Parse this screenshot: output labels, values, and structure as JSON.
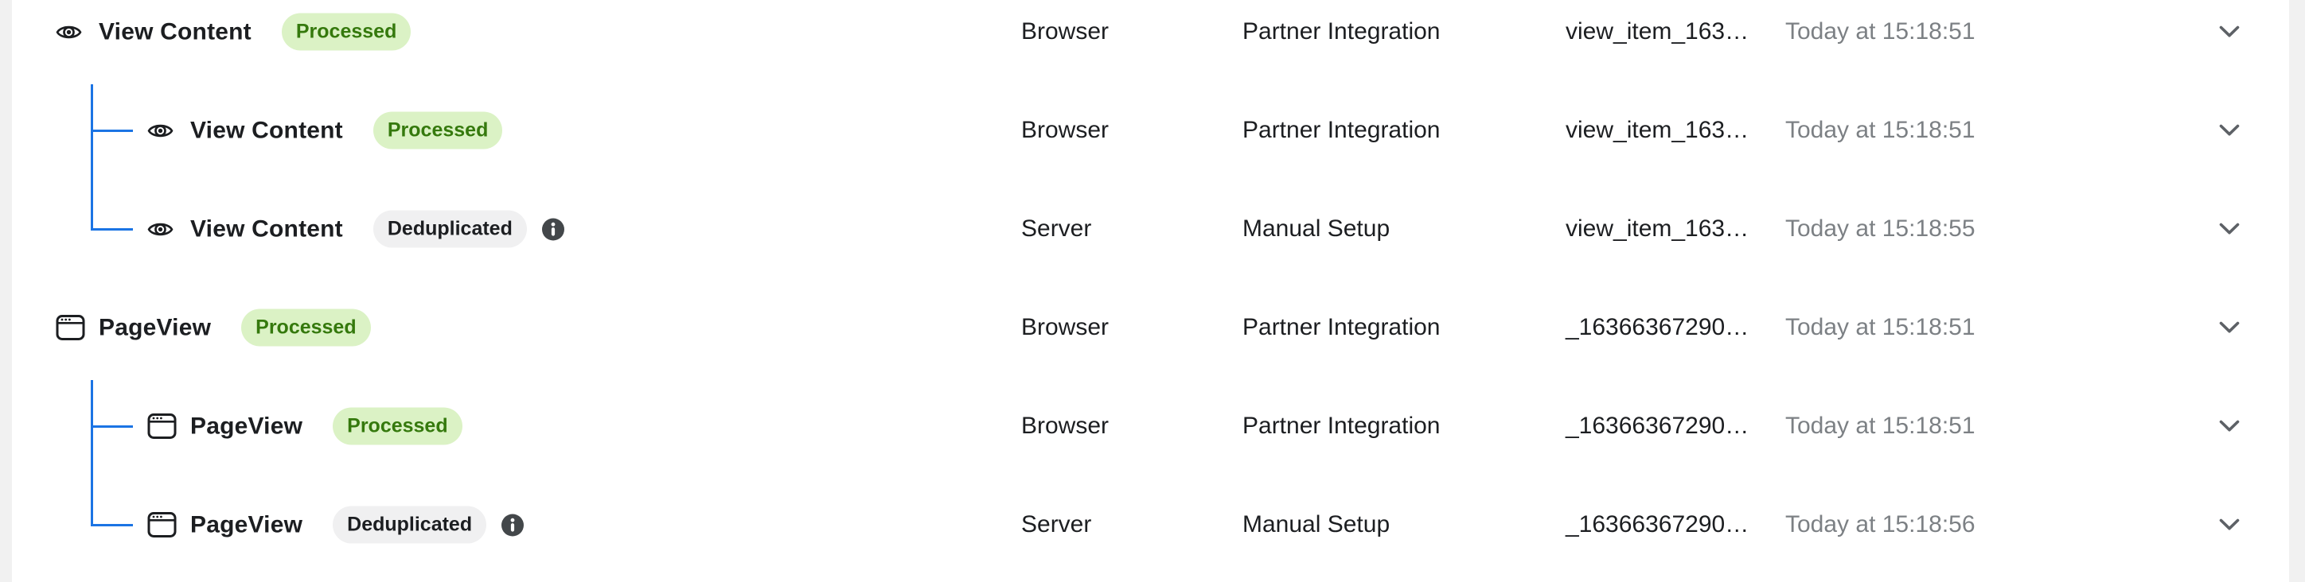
{
  "page": {
    "background_color": "#f1f1f1",
    "surface_color": "#ffffff"
  },
  "colors": {
    "tree_connector_blue": "#1b74e4",
    "processed_badge_bg": "#dbf2c5",
    "processed_badge_text": "#35790d",
    "deduplicated_badge_bg": "#f0f0f1",
    "deduplicated_badge_text": "#1c1e21",
    "primary_text": "#1c1e21",
    "timestamp_text": "#7c8084",
    "chevron_gray": "#5d6166",
    "info_icon_fill": "#43474a"
  },
  "badges": {
    "processed_label": "Processed",
    "deduplicated_label": "Deduplicated"
  },
  "rows": [
    {
      "level": 0,
      "tree_first": false,
      "tree_last": false,
      "icon": "eye-icon",
      "name": "View Content",
      "badge": "Processed",
      "badge_type": "processed",
      "info_icon": false,
      "connection_method": "Browser",
      "setup_method": "Partner Integration",
      "event_id": "view_item_163…",
      "received_time": "Today at 15:18:51"
    },
    {
      "level": 1,
      "tree_first": true,
      "tree_last": false,
      "icon": "eye-icon",
      "name": "View Content",
      "badge": "Processed",
      "badge_type": "processed",
      "info_icon": false,
      "connection_method": "Browser",
      "setup_method": "Partner Integration",
      "event_id": "view_item_163…",
      "received_time": "Today at 15:18:51"
    },
    {
      "level": 1,
      "tree_first": false,
      "tree_last": true,
      "icon": "eye-icon",
      "name": "View Content",
      "badge": "Deduplicated",
      "badge_type": "deduplicated",
      "info_icon": true,
      "connection_method": "Server",
      "setup_method": "Manual Setup",
      "event_id": "view_item_163…",
      "received_time": "Today at 15:18:55"
    },
    {
      "level": 0,
      "tree_first": false,
      "tree_last": false,
      "icon": "window-icon",
      "name": "PageView",
      "badge": "Processed",
      "badge_type": "processed",
      "info_icon": false,
      "connection_method": "Browser",
      "setup_method": "Partner Integration",
      "event_id": "_16366367290…",
      "received_time": "Today at 15:18:51"
    },
    {
      "level": 1,
      "tree_first": true,
      "tree_last": false,
      "icon": "window-icon",
      "name": "PageView",
      "badge": "Processed",
      "badge_type": "processed",
      "info_icon": false,
      "connection_method": "Browser",
      "setup_method": "Partner Integration",
      "event_id": "_16366367290…",
      "received_time": "Today at 15:18:51"
    },
    {
      "level": 1,
      "tree_first": false,
      "tree_last": true,
      "icon": "window-icon",
      "name": "PageView",
      "badge": "Deduplicated",
      "badge_type": "deduplicated",
      "info_icon": true,
      "connection_method": "Server",
      "setup_method": "Manual Setup",
      "event_id": "_16366367290…",
      "received_time": "Today at 15:18:56"
    }
  ]
}
